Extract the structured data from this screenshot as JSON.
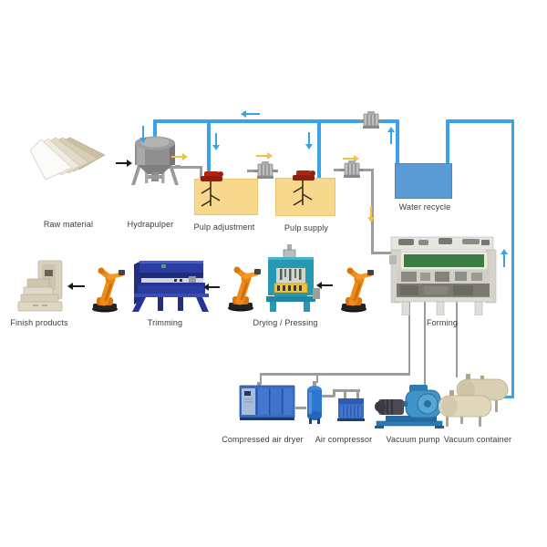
{
  "diagram": {
    "type": "pulp-molding-production-line-flow",
    "stations": {
      "raw_material": "Raw material",
      "hydrapulper": "Hydrapulper",
      "pulp_adjustment": "Pulp adjustment",
      "pulp_supply": "Pulp supply",
      "water_recycle": "Water recycle",
      "finish_products": "Finish products",
      "trimming": "Trimming",
      "drying_pressing": "Drying / Pressing",
      "forming": "Forming",
      "compressed_air_dryer": "Compressed air dryer",
      "air_compressor": "Air compressor",
      "vacuum_pump": "Vacuum pump",
      "vacuum_container": "Vacuum container"
    },
    "flow_legend": {
      "water_flow_arrow": "blue",
      "pulp_flow_arrow": "yellow",
      "material_flow_arrow": "black"
    },
    "colors": {
      "water_pipe": "#3aa3e8",
      "process_pipe": "#9c9c9c",
      "pulp_tank": "#f8d88d",
      "water_tank": "#5b9bd5",
      "agitator": "#b32414",
      "robot": "#ef8c17",
      "trimming_machine": "#2c3da2",
      "press_machine": "#2798b4",
      "press_guard": "#f2c230",
      "forming_panel": "#3c7b44",
      "air_equipment": "#3a6cc2",
      "vacuum_pump_body": "#3e93c8",
      "vacuum_tank": "#d9cfb2",
      "label_text": "#3a3a3a"
    }
  }
}
